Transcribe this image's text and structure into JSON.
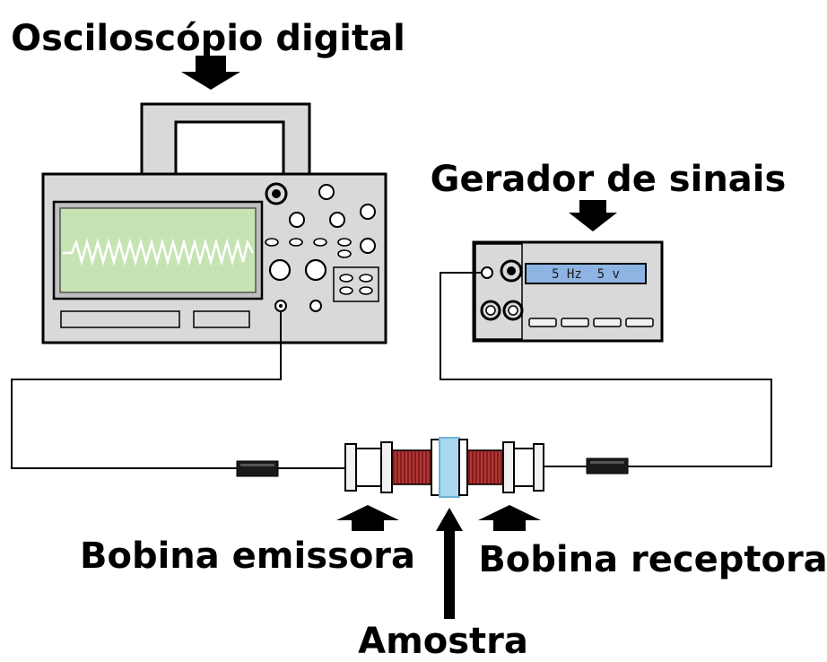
{
  "labels": {
    "oscilloscope": "Osciloscópio digital",
    "generator": "Gerador de sinais",
    "emitter_coil": "Bobina emissora",
    "receiver_coil": "Bobina receptora",
    "sample": "Amostra"
  },
  "generator_display": "5 Hz  5 v",
  "colors": {
    "device_body": "#d9d9d9",
    "screen": "#c6e4b3",
    "generator_display": "#8eb4e3",
    "coil_copper": "#8b1a1a",
    "sample": "#a9d8f0"
  }
}
